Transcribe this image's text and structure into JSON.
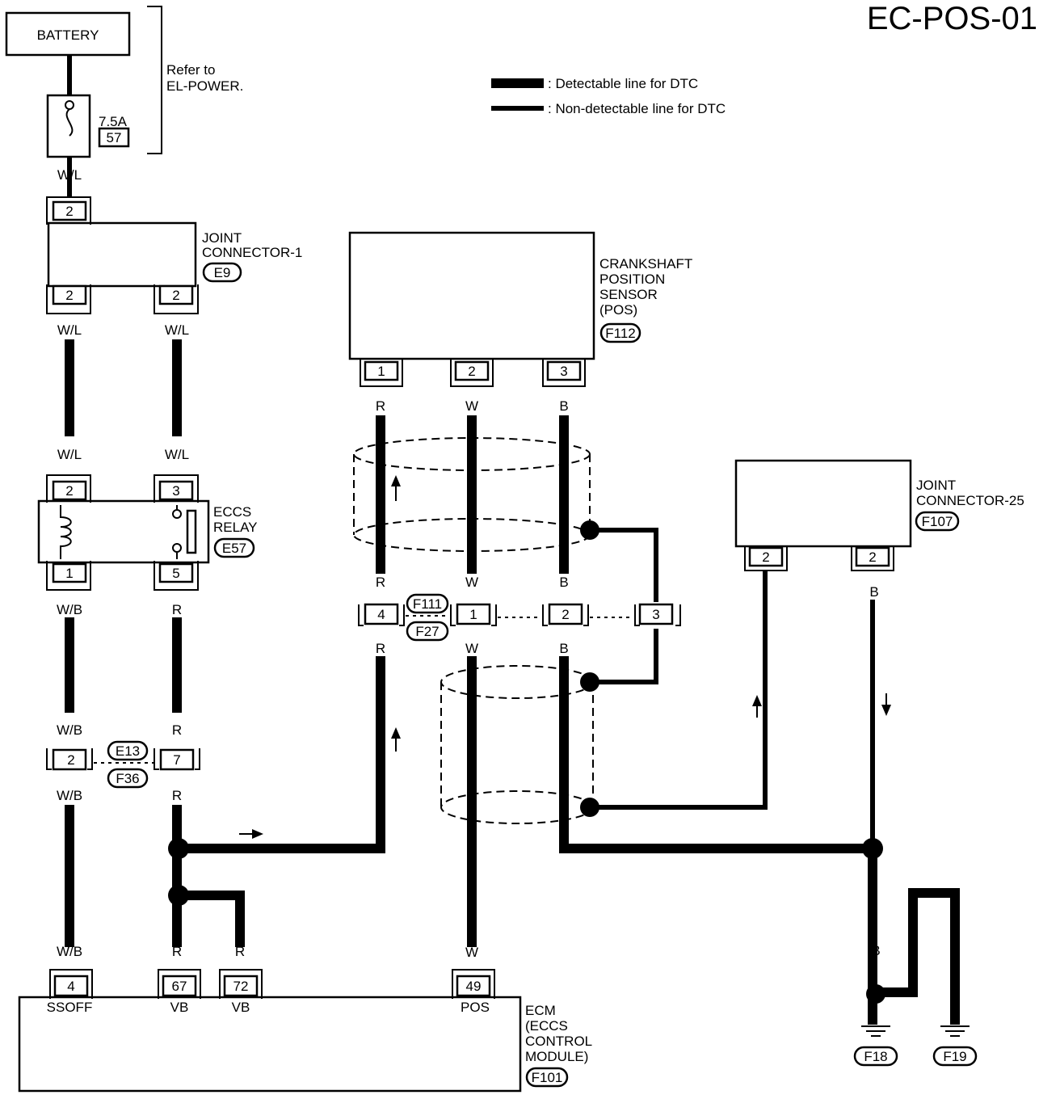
{
  "title": "EC-POS-01",
  "legend": {
    "detectable": ": Detectable line for DTC",
    "nondetectable": ": Non-detectable line for DTC"
  },
  "battery": "BATTERY",
  "refer": [
    "Refer to",
    "EL-POWER."
  ],
  "fuse": {
    "amp": "7.5A",
    "number": "57"
  },
  "joint1": {
    "name": [
      "JOINT",
      "CONNECTOR-1"
    ],
    "code": "E9",
    "pins": [
      "2",
      "2",
      "2"
    ]
  },
  "relay": {
    "name": [
      "ECCS",
      "RELAY"
    ],
    "code": "E57",
    "pins": [
      "2",
      "3",
      "1",
      "5"
    ]
  },
  "crank": {
    "name": [
      "CRANKSHAFT",
      "POSITION",
      "SENSOR",
      "(POS)"
    ],
    "code": "F112",
    "pins": [
      "1",
      "2",
      "3"
    ]
  },
  "joint25": {
    "name": [
      "JOINT",
      "CONNECTOR-25"
    ],
    "code": "F107",
    "pins": [
      "2",
      "2"
    ]
  },
  "conn_e13": {
    "codes": [
      "E13",
      "F36"
    ],
    "pins": [
      "2",
      "7"
    ]
  },
  "conn_f111": {
    "codes": [
      "F111",
      "F27"
    ],
    "pins": [
      "4",
      "1",
      "2",
      "3"
    ]
  },
  "ecm": {
    "name": [
      "ECM",
      "(ECCS",
      "CONTROL",
      "MODULE)"
    ],
    "code": "F101",
    "pins": [
      "4",
      "67",
      "72",
      "49"
    ],
    "terminals": [
      "SSOFF",
      "VB",
      "VB",
      "POS"
    ]
  },
  "grounds": [
    "F18",
    "F19"
  ],
  "wires": {
    "wl": "W/L",
    "wb": "W/B",
    "r": "R",
    "w": "W",
    "b": "B"
  }
}
